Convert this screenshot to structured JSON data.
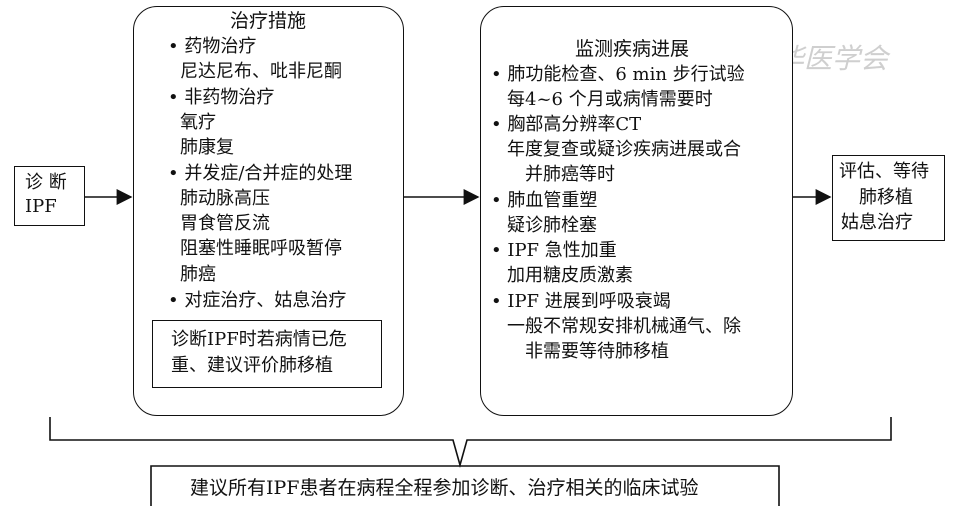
{
  "start": {
    "line1": "诊 断",
    "line2": "IPF"
  },
  "treatment": {
    "title": "治疗措施",
    "lines": [
      "• 药物治疗",
      "尼达尼布、吡非尼酮",
      "• 非药物治疗",
      "氧疗",
      "肺康复",
      "• 并发症/合并症的处理",
      "肺动脉高压",
      "胃食管反流",
      "阻塞性睡眠呼吸暂停",
      "肺癌",
      "• 对症治疗、姑息治疗"
    ],
    "note_line1": "诊断IPF时若病情已危",
    "note_line2": "重、建议评价肺移植"
  },
  "monitoring": {
    "title": "监测疾病进展",
    "lines": [
      "• 肺功能检查、6 min 步行试验",
      "每4~6 个月或病情需要时",
      "• 胸部高分辨率CT",
      "年度复查或疑诊疾病进展或合",
      "并肺癌等时",
      "• 肺血管重塑",
      "疑诊肺栓塞",
      "• IPF 急性加重",
      "加用糖皮质激素",
      "• IPF 进展到呼吸衰竭",
      "一般不常规安排机械通气、除",
      "非需要等待肺移植"
    ]
  },
  "outcome": {
    "line1": "评估、等待",
    "line2": "肺移植",
    "line3": "姑息治疗"
  },
  "bottom": {
    "text": "建议所有IPF患者在病程全程参加诊断、治疗相关的临床试验"
  },
  "watermark": {
    "text": "中华医学会"
  }
}
